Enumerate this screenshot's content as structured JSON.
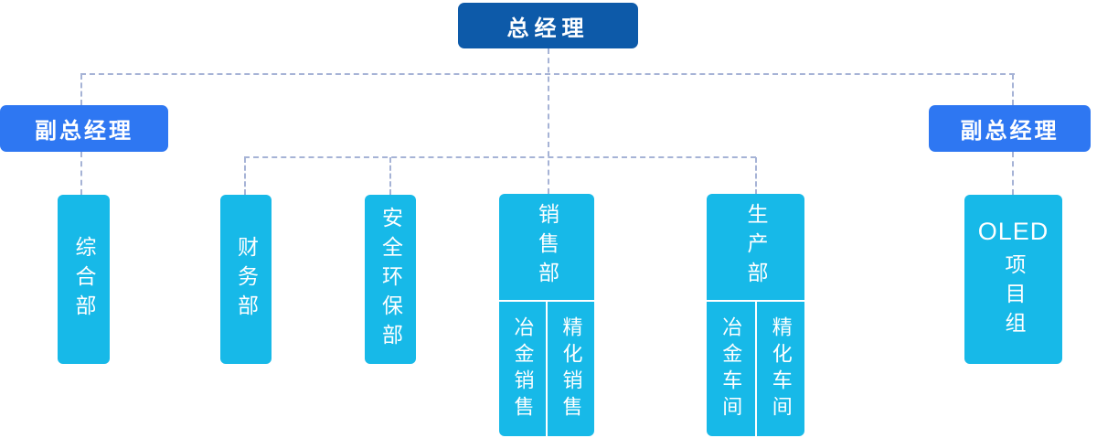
{
  "colors": {
    "root_bg": "#0d5aa9",
    "deputy_bg": "#2e77f2",
    "dept_bg": "#17b9e8",
    "connector": "#a6b3d6",
    "text": "#ffffff"
  },
  "org": {
    "root": {
      "label": "总经理"
    },
    "deputy_left": {
      "label": "副总经理"
    },
    "deputy_right": {
      "label": "副总经理"
    },
    "departments": {
      "general": {
        "label": "综合部"
      },
      "finance": {
        "label": "财务部"
      },
      "safety": {
        "label": "安全环保部"
      },
      "sales": {
        "label": "销售部",
        "children": [
          "冶金销售",
          "精化销售"
        ]
      },
      "production": {
        "label": "生产部",
        "children": [
          "冶金车间",
          "精化车间"
        ]
      },
      "oled": {
        "label_en": "OLED",
        "label_cn": "项目组"
      }
    }
  }
}
